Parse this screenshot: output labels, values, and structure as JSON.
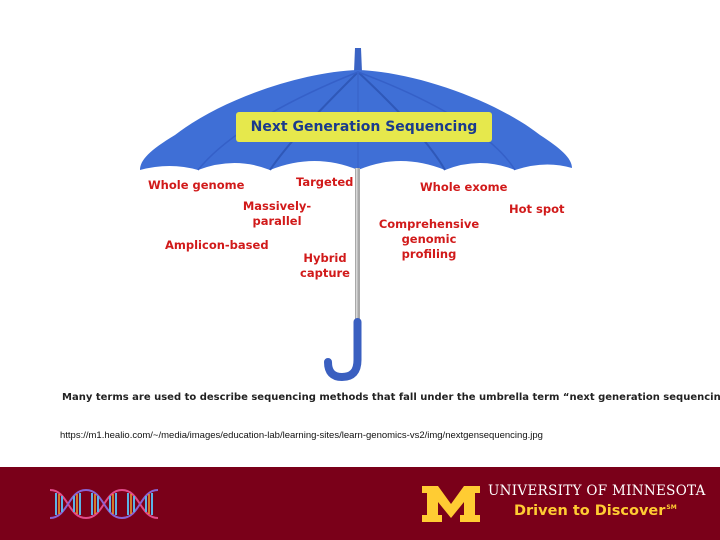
{
  "diagram": {
    "title": "Next Generation Sequencing",
    "terms": [
      "Whole genome",
      "Targeted",
      "Whole exome",
      "Massively-parallel",
      "Hot spot",
      "Comprehensive genomic profiling",
      "Amplicon-based",
      "Hybrid capture"
    ],
    "caption": "Many terms are used to describe sequencing methods that fall under the umbrella term “next generation sequencing”.",
    "colors": {
      "umbrella": "#3f6fd6",
      "term_text": "#d11a1a",
      "title_bg": "#e6e84c",
      "title_text": "#1a3a8c"
    }
  },
  "source_url": "https://m1.healio.com/~/media/images/education-lab/learning-sites/learn-genomics-vs2/img/nextgensequencing.jpg",
  "footer": {
    "institution_name": "UNIVERSITY OF MINNESOTA",
    "tagline": "Driven to Discover",
    "trademark": "SM",
    "colors": {
      "background": "#7a0019",
      "gold": "#ffcc33"
    },
    "logo_icon": "dna-helix-icon",
    "brand_icon": "block-m-icon"
  }
}
